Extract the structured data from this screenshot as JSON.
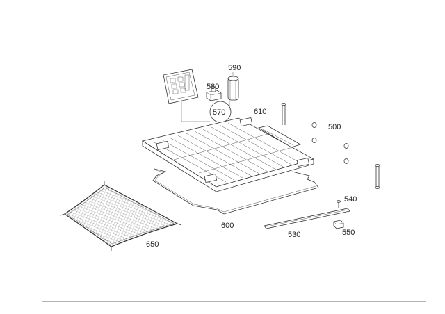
{
  "labels": {
    "p500": "500",
    "p530": "530",
    "p540": "540",
    "p550": "550",
    "p570": "570",
    "p580": "580",
    "p590": "590",
    "p600": "600",
    "p610": "610",
    "p650": "650"
  }
}
